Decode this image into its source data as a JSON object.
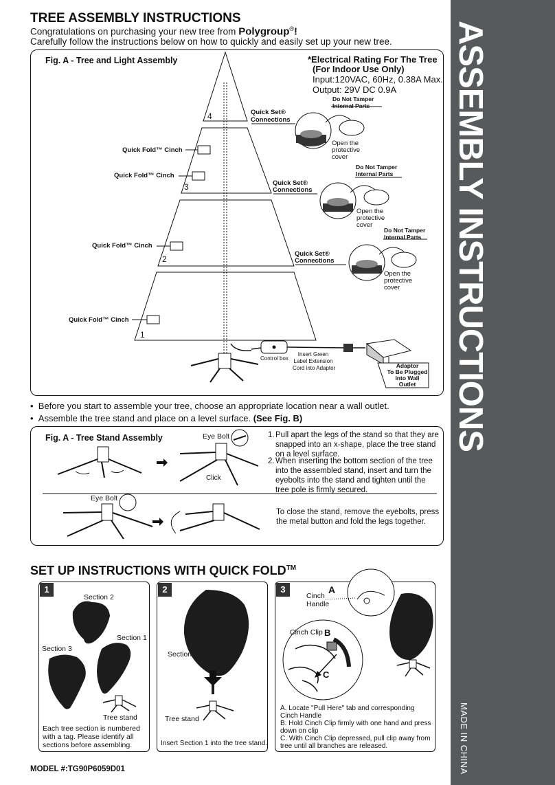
{
  "header": {
    "title": "TREE ASSEMBLY INSTRUCTIONS",
    "congrats": "Congratulations on purchasing your new tree from",
    "brand": "Polygroup",
    "reg": "®",
    "bang": "!",
    "follow": "Carefully follow the instructions below on how to quickly and easily set up your new tree."
  },
  "side": {
    "title": "ASSEMBLY INSTRUCTIONS",
    "made_in": "MADE IN CHINA"
  },
  "fig_a": {
    "title": "Fig. A - Tree and Light Assembly",
    "rating_title_1": "*Electrical Rating For The Tree",
    "rating_title_2": "(For Indoor Use Only)",
    "input": "Input:120VAC, 60Hz, 0.38A Max.",
    "output": "Output: 29V DC 0.9A",
    "section_numbers": [
      "4",
      "3",
      "2",
      "1"
    ],
    "cinch_label": "Quick Fold™ Cinch",
    "quick_set_1": "Quick Set®",
    "quick_set_2": "Connections",
    "tamper_1": "Do Not Tamper",
    "tamper_2": "Internal Parts",
    "open_1": "Open the",
    "open_2": "protective",
    "open_3": "cover",
    "control_box": "Control box",
    "insert_1": "Insert Green",
    "insert_2": "Label Extension",
    "insert_3": "Cord into Adaptor",
    "adaptor_1": "Adaptor",
    "adaptor_2": "To Be Plugged",
    "adaptor_3": "Into Wall",
    "adaptor_4": "Outlet"
  },
  "bullets": {
    "b1": "Before you start to assemble your tree, choose an appropriate location near a wall outlet.",
    "b2": "Assemble the tree stand and place on a level surface.",
    "b2_bold": "(See Fig. B)"
  },
  "stand": {
    "title": "Fig. A - Tree Stand Assembly",
    "eye_bolt": "Eye Bolt",
    "click": "Click",
    "step1_num": "1.",
    "step1": "Pull apart the legs of the stand so that they are snapped into an x-shape, place the tree stand on a level surface.",
    "step2_num": "2.",
    "step2": "When inserting the bottom section of the tree into the assembled stand, insert and turn the eyebolts into the stand and tighten until the tree pole is firmly secured.",
    "close": "To close the stand, remove the eyebolts, press the metal button and fold the legs together."
  },
  "setup": {
    "title": "SET UP INSTRUCTIONS WITH QUICK FOLD",
    "tm": "TM",
    "p1": {
      "num": "1",
      "section2": "Section 2",
      "section1": "Section 1",
      "section3": "Section 3",
      "stand": "Tree stand",
      "note": "Each tree section is numbered with a tag. Please identify all sections before assembling."
    },
    "p2": {
      "num": "2",
      "section1": "Section 1",
      "stand": "Tree stand",
      "note": "Insert Section 1 into the tree stand."
    },
    "p3": {
      "num": "3",
      "a": "A",
      "b": "B",
      "c": "C",
      "cinch_handle_1": "Cinch",
      "cinch_handle_2": "Handle",
      "cinch_clip": "Cinch Clip",
      "step_a": "A. Locate \"Pull Here\" tab and corresponding Cinch Handle",
      "step_b": "B. Hold Cinch Clip firmly with one hand and press down on clip",
      "step_c": "C. With Cinch Clip depressed, pull clip away from tree until all branches are released."
    }
  },
  "footer": {
    "model": "MODEL #:TG90P6059D01"
  }
}
